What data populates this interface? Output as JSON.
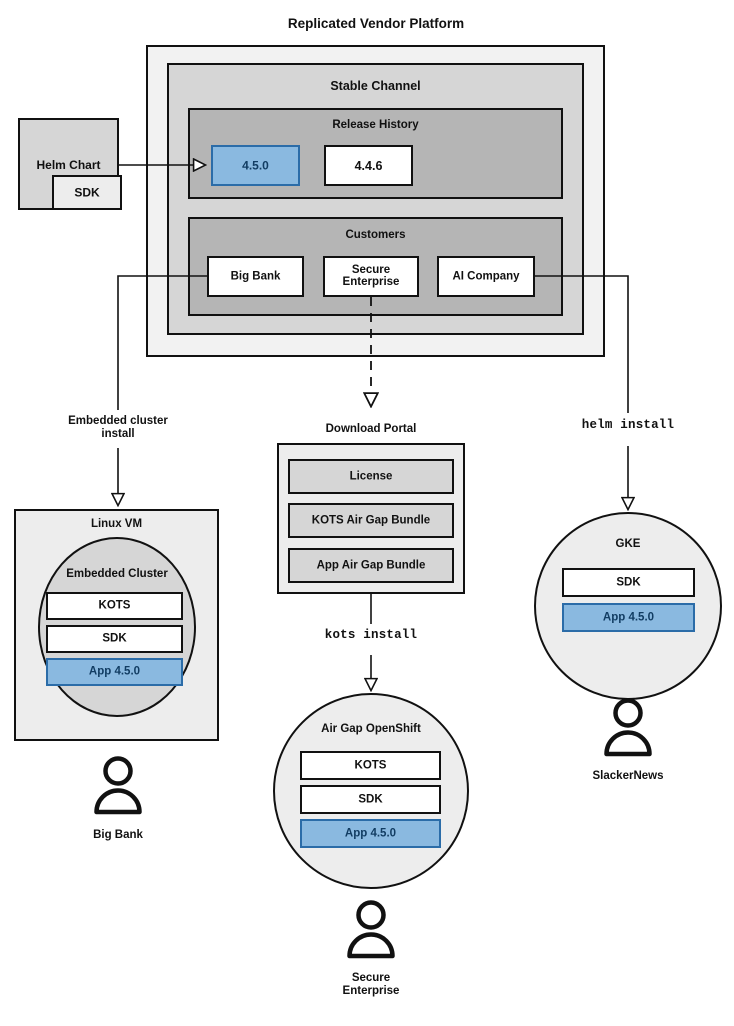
{
  "diagram": {
    "title": "Replicated Vendor Platform",
    "platform": {
      "title": "Replicated Vendor Platform",
      "channel": {
        "title": "Stable Channel",
        "release_history": {
          "title": "Release History",
          "releases": [
            {
              "version": "4.5.0",
              "highlighted": true
            },
            {
              "version": "4.4.6",
              "highlighted": false
            }
          ]
        },
        "customers": {
          "title": "Customers",
          "items": [
            {
              "name": "Big Bank"
            },
            {
              "name": "Secure\nEnterprise"
            },
            {
              "name": "AI Company"
            }
          ]
        }
      }
    },
    "helm_chart": {
      "title": "Helm Chart",
      "sdk_label": "SDK"
    },
    "connectors": [
      {
        "label": "Embedded cluster\ninstall",
        "style": "solid"
      },
      {
        "label": "kots install",
        "style": "mono"
      },
      {
        "label": "helm install",
        "style": "mono"
      }
    ],
    "download_portal": {
      "title": "Download Portal",
      "artifacts": [
        "License",
        "KOTS Air Gap Bundle",
        "App Air Gap Bundle"
      ]
    },
    "targets": [
      {
        "id": "linux-vm",
        "outer_title": "Linux VM",
        "inner_title": "Embedded Cluster",
        "components": [
          {
            "label": "KOTS",
            "highlighted": false
          },
          {
            "label": "SDK",
            "highlighted": false
          },
          {
            "label": "App 4.5.0",
            "highlighted": true
          }
        ],
        "user": "Big Bank"
      },
      {
        "id": "air-gap-openshift",
        "outer_title": "Air Gap OpenShift",
        "components": [
          {
            "label": "KOTS",
            "highlighted": false
          },
          {
            "label": "SDK",
            "highlighted": false
          },
          {
            "label": "App 4.5.0",
            "highlighted": true
          }
        ],
        "user": "Secure\nEnterprise"
      },
      {
        "id": "gke",
        "outer_title": "GKE",
        "components": [
          {
            "label": "SDK",
            "highlighted": false
          },
          {
            "label": "App 4.5.0",
            "highlighted": true
          }
        ],
        "user": "SlackerNews"
      }
    ],
    "colors": {
      "highlight_fill": "#8ab9e0",
      "highlight_border": "#2b6ca8",
      "highlight_text": "#123d63",
      "platform_fill": "#f2f2f2",
      "channel_fill": "#d6d6d6",
      "section_fill": "#b5b5b5",
      "stroke": "#111111"
    }
  }
}
